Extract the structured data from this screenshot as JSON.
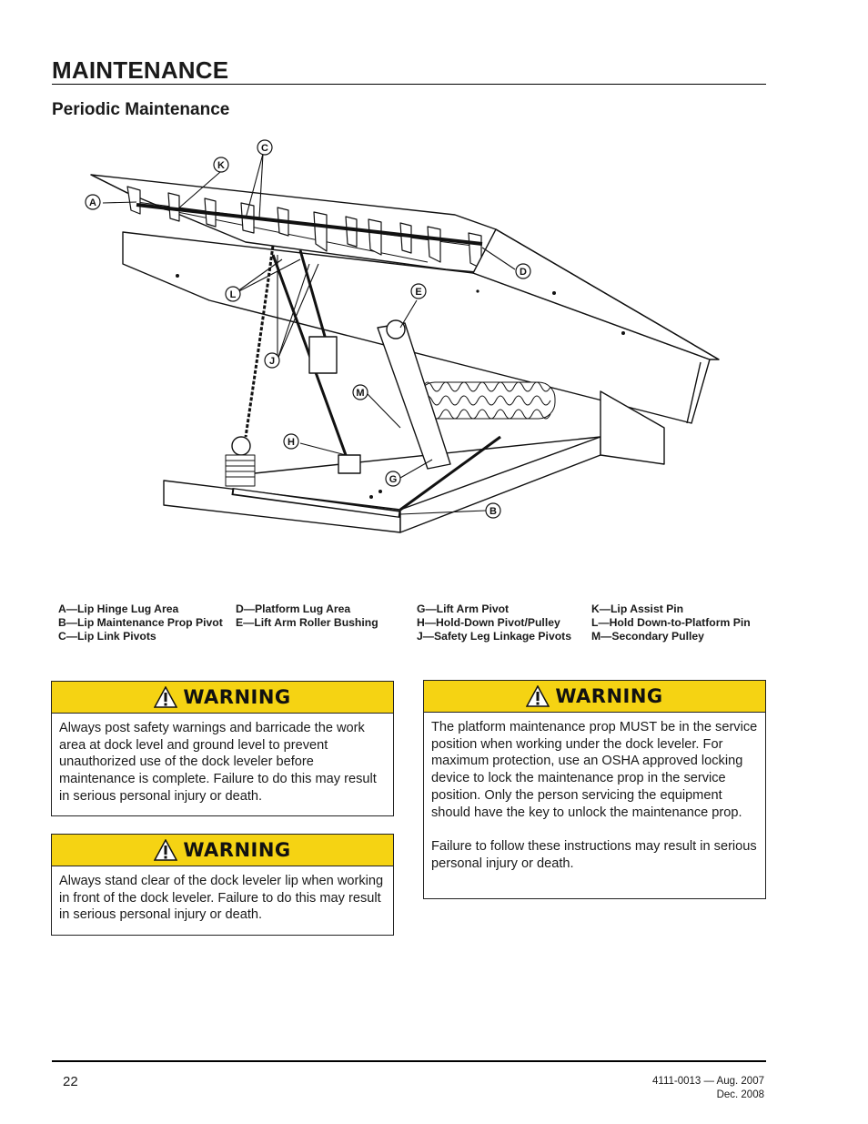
{
  "header": {
    "title": "MAINTENANCE",
    "section": "Periodic Maintenance"
  },
  "diagram": {
    "callouts": {
      "a": "A",
      "b": "B",
      "c": "C",
      "d": "D",
      "e": "E",
      "g": "G",
      "h": "H",
      "j": "J",
      "k": "K",
      "l": "L",
      "m": "M"
    }
  },
  "legend": {
    "col1": [
      "A—Lip Hinge Lug Area",
      "B—Lip Maintenance Prop Pivot",
      "C—Lip Link Pivots"
    ],
    "col2": [
      "D—Platform Lug Area",
      "E—Lift Arm Roller Bushing"
    ],
    "col3": [
      "G—Lift Arm Pivot",
      "H—Hold-Down Pivot/Pulley",
      "J—Safety Leg Linkage Pivots"
    ],
    "col4": [
      "K—Lip Assist Pin",
      "L—Hold Down-to-Platform Pin",
      "M—Secondary Pulley"
    ]
  },
  "warnings": [
    {
      "label": "WARNING",
      "paragraphs": [
        "Always post safety warnings and barricade the work area at dock level and ground level to prevent unauthorized use of the dock leveler before maintenance is complete. Failure to do this may result in serious personal injury or death."
      ]
    },
    {
      "label": "WARNING",
      "paragraphs": [
        "Always stand clear of the dock leveler lip when working in front of the dock leveler. Failure to do this may result in serious personal injury or death."
      ]
    },
    {
      "label": "WARNING",
      "paragraphs": [
        "The platform maintenance prop MUST be in the service position when working under the dock leveler. For maximum protection, use an OSHA approved locking device to lock the maintenance prop in the service position. Only the person servicing the equipment should have the key to unlock the maintenance prop.",
        "Failure to follow these instructions may result in serious personal injury or death."
      ]
    }
  ],
  "footer": {
    "page_number": "22",
    "doc_number": "4111-0013 — Aug. 2007",
    "revision": "Dec. 2008"
  }
}
